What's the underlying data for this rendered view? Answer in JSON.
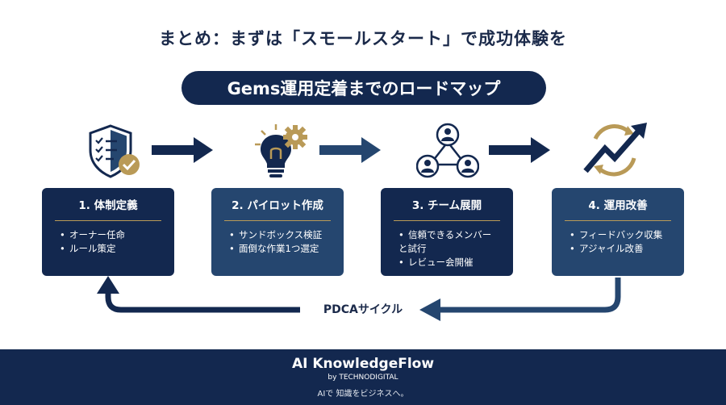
{
  "headline": "まとめ：まずは「スモールスタート」で成功体験を",
  "roadmap_title": "Gems運用定着までのロードマップ",
  "steps": [
    {
      "title": "1. 体制定義",
      "items": [
        "オーナー任命",
        "ルール策定"
      ]
    },
    {
      "title": "2. パイロット作成",
      "items": [
        "サンドボックス検証",
        "面倒な作業1つ選定"
      ]
    },
    {
      "title": "3. チーム展開",
      "items": [
        "信頼できるメンバー",
        "レビュー会開催"
      ],
      "item0_line2": "と試行"
    },
    {
      "title": "4. 運用改善",
      "items": [
        "フィードバック収集",
        "アジャイル改善"
      ]
    }
  ],
  "icons": [
    "shield-check-icon",
    "lightbulb-gear-icon",
    "team-network-icon",
    "growth-cycle-icon"
  ],
  "cycle_label": "PDCAサイクル",
  "footer": {
    "brand": "AI KnowledgeFlow",
    "by": "by TECHNODIGITAL",
    "tagline": "AIで 知識をビジネスへ。"
  },
  "colors": {
    "navy": "#13284f",
    "steel": "#25466f",
    "gold": "#b99a57",
    "text": "#1b2a4a"
  }
}
